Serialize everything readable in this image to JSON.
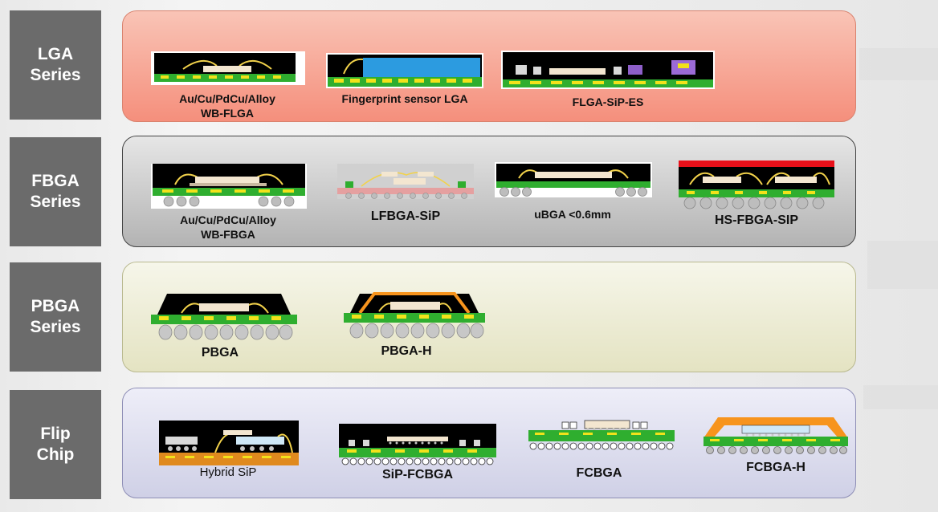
{
  "rows": [
    {
      "series_label_line1": "LGA",
      "series_label_line2": "Series",
      "packages": [
        {
          "label_line1": "Au/Cu/PdCu/Alloy",
          "label_line2": "WB-FLGA"
        },
        {
          "label_line1": "Fingerprint sensor LGA"
        },
        {
          "label_line1": "FLGA-SiP-ES"
        }
      ]
    },
    {
      "series_label_line1": "FBGA",
      "series_label_line2": "Series",
      "packages": [
        {
          "label_line1": "Au/Cu/PdCu/Alloy",
          "label_line2": "WB-FBGA"
        },
        {
          "label_line1": "LFBGA-SiP"
        },
        {
          "label_line1": "uBGA  <0.6mm"
        },
        {
          "label_line1": "HS-FBGA-SIP"
        }
      ]
    },
    {
      "series_label_line1": "PBGA",
      "series_label_line2": "Series",
      "packages": [
        {
          "label_line1": "PBGA"
        },
        {
          "label_line1": "PBGA-H"
        }
      ]
    },
    {
      "series_label_line1": "Flip",
      "series_label_line2": "Chip",
      "packages": [
        {
          "label_line1": "Hybrid SiP"
        },
        {
          "label_line1": "SiP-FCBGA"
        },
        {
          "label_line1": "FCBGA"
        },
        {
          "label_line1": "FCBGA-H"
        }
      ]
    }
  ],
  "colors": {
    "side_label_bg": "#6b6b6b",
    "lga_panel": "#f8a597",
    "fbga_panel": "#c9c9c9",
    "pbga_panel": "#eeeedb",
    "flipchip_panel": "#dcdcec",
    "substrate_green": "#2fae2f",
    "pad_yellow": "#f2e21a",
    "mold_black": "#000000",
    "die_beige": "#f3e6d0",
    "heat_spreader_orange": "#f7941d"
  }
}
